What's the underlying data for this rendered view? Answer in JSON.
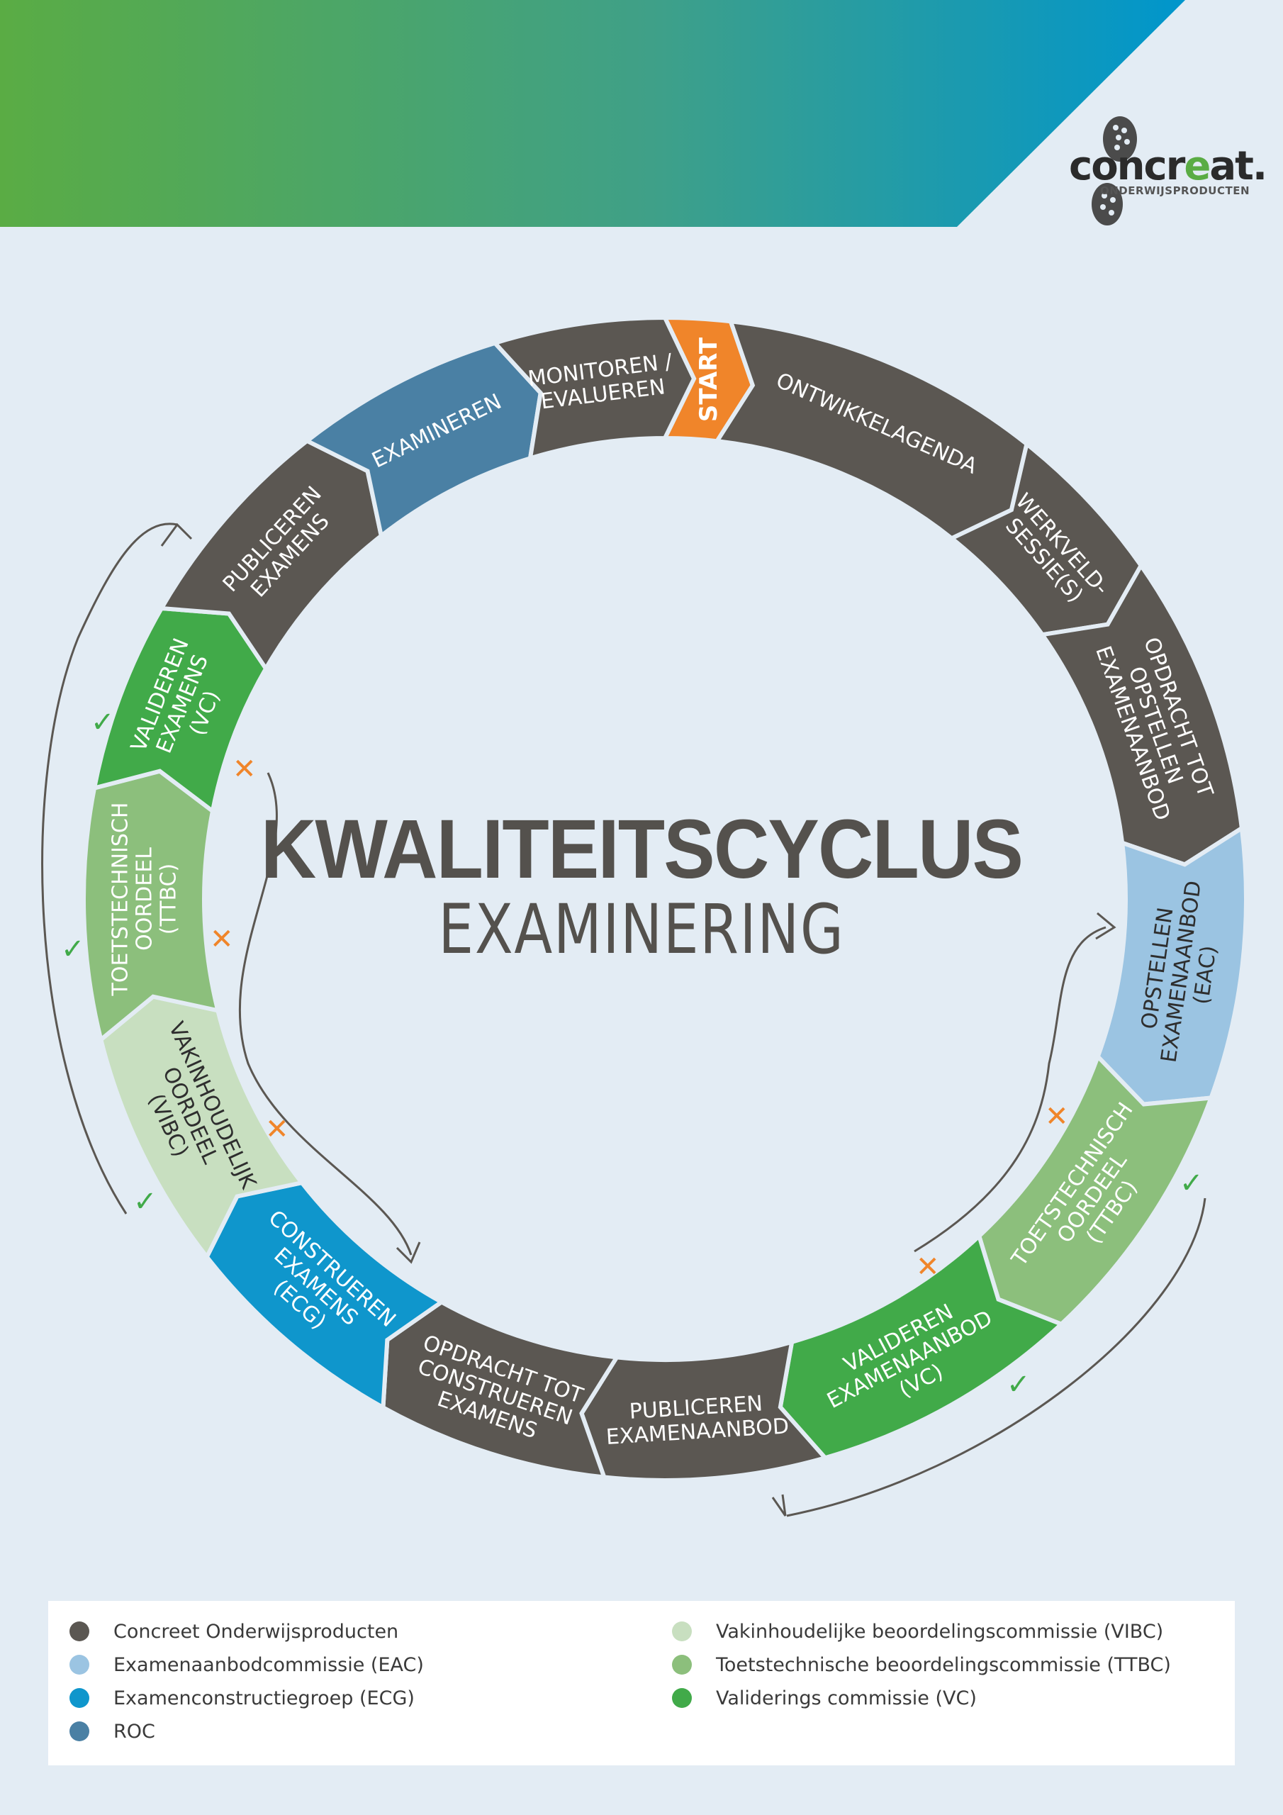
{
  "colors": {
    "concreet": "#5b5752",
    "eac": "#9bc4e2",
    "ecg": "#0f96cc",
    "roc": "#4a80a4",
    "vibc": "#c8dfc0",
    "ttbc": "#8cbf7c",
    "vc": "#41aa49",
    "start": "#f0852a",
    "background": "#e3ecf4"
  },
  "logo": {
    "word_left": "concr",
    "word_accent": "e",
    "word_right": "at.",
    "subtitle": "ONDERWIJSPRODUCTEN"
  },
  "title": {
    "main": "KWALITEITSCYCLUS",
    "sub": "EXAMINERING"
  },
  "cycle": {
    "segments": [
      {
        "id": "start",
        "group": "start",
        "lines": [
          "START"
        ]
      },
      {
        "id": "ontwikkelagenda",
        "group": "concreet",
        "lines": [
          "ONTWIKKELAGENDA"
        ]
      },
      {
        "id": "werkveld",
        "group": "concreet",
        "lines": [
          "WERKVELD-",
          "SESSIE(S)"
        ]
      },
      {
        "id": "opdracht-opstellen",
        "group": "concreet",
        "lines": [
          "OPDRACHT TOT",
          "OPSTELLEN",
          "EXAMENAANBOD"
        ]
      },
      {
        "id": "opstellen",
        "group": "eac",
        "lines": [
          "OPSTELLEN",
          "EXAMENAANBOD",
          "(EAC)"
        ]
      },
      {
        "id": "ttbc-right",
        "group": "ttbc",
        "lines": [
          "TOETSTECHNISCH",
          "OORDEEL",
          "(TTBC)"
        ]
      },
      {
        "id": "vc-right",
        "group": "vc",
        "lines": [
          "VALIDEREN",
          "EXAMENAANBOD",
          "(VC)"
        ]
      },
      {
        "id": "publiceren-aanbod",
        "group": "concreet",
        "lines": [
          "PUBLICEREN",
          "EXAMENAANBOD"
        ]
      },
      {
        "id": "opdracht-construeren",
        "group": "concreet",
        "lines": [
          "OPDRACHT TOT",
          "CONSTRUEREN",
          "EXAMENS"
        ]
      },
      {
        "id": "construeren",
        "group": "ecg",
        "lines": [
          "CONSTRUEREN",
          "EXAMENS",
          "(ECG)"
        ]
      },
      {
        "id": "vibc",
        "group": "vibc",
        "lines": [
          "VAKINHOUDELIJK",
          "OORDEEL",
          "(VIBC)"
        ]
      },
      {
        "id": "ttbc-left",
        "group": "ttbc",
        "lines": [
          "TOETSTECHNISCH",
          "OORDEEL",
          "(TTBC)"
        ]
      },
      {
        "id": "vc-left",
        "group": "vc",
        "lines": [
          "VALIDEREN",
          "EXAMENS",
          "(VC)"
        ]
      },
      {
        "id": "publiceren-examens",
        "group": "concreet",
        "lines": [
          "PUBLICEREN",
          "EXAMENS"
        ]
      },
      {
        "id": "examineren",
        "group": "roc",
        "lines": [
          "EXAMINEREN"
        ]
      },
      {
        "id": "monitoren",
        "group": "concreet",
        "lines": [
          "MONITOREN /",
          "EVALUEREN"
        ]
      }
    ]
  },
  "legend": {
    "items": [
      {
        "label": "Concreet Onderwijsproducten",
        "color": "#5b5752"
      },
      {
        "label": "Examenaanbodcommissie (EAC)",
        "color": "#9bc4e2"
      },
      {
        "label": "Examenconstructiegroep (ECG)",
        "color": "#0f96cc"
      },
      {
        "label": "ROC",
        "color": "#4a80a4"
      },
      {
        "label": "Vakinhoudelijke beoordelingscommissie (VIBC)",
        "color": "#c8dfc0"
      },
      {
        "label": "Toetstechnische beoordelingscommissie (TTBC)",
        "color": "#8cbf7c"
      },
      {
        "label": "Validerings commissie (VC)",
        "color": "#41aa49"
      }
    ]
  }
}
